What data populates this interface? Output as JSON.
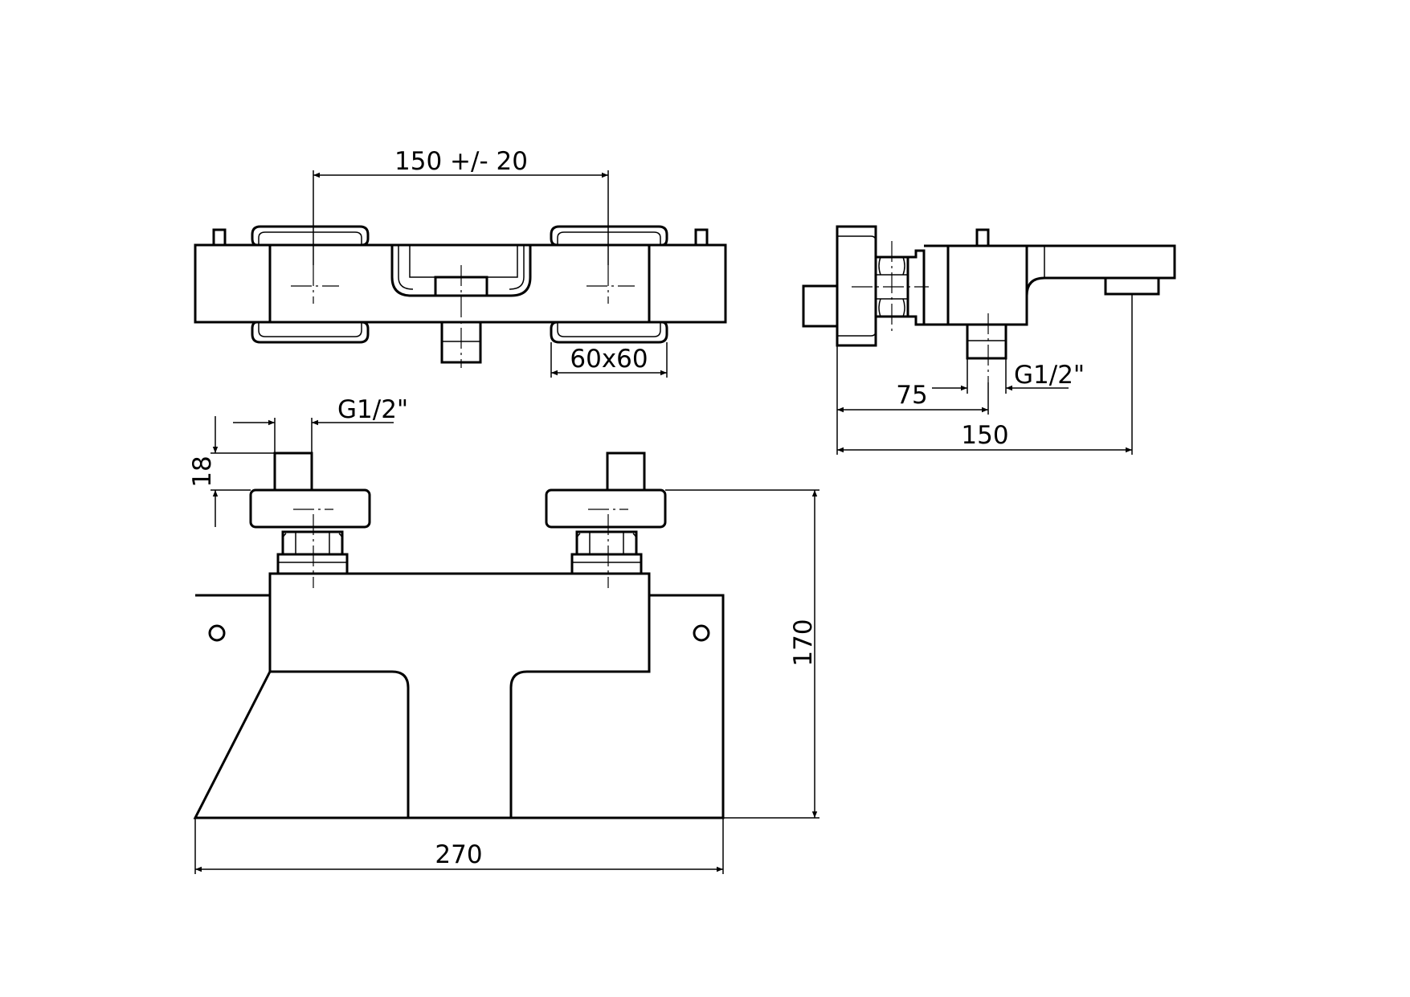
{
  "dimensions": {
    "centre_distance": "150 +/- 20",
    "handle_size": "60x60",
    "side_offset": "75",
    "side_depth": "150",
    "side_thread": "G1/2\"",
    "front_thread": "G1/2\"",
    "connector_length": "18",
    "height": "170",
    "width": "270"
  }
}
